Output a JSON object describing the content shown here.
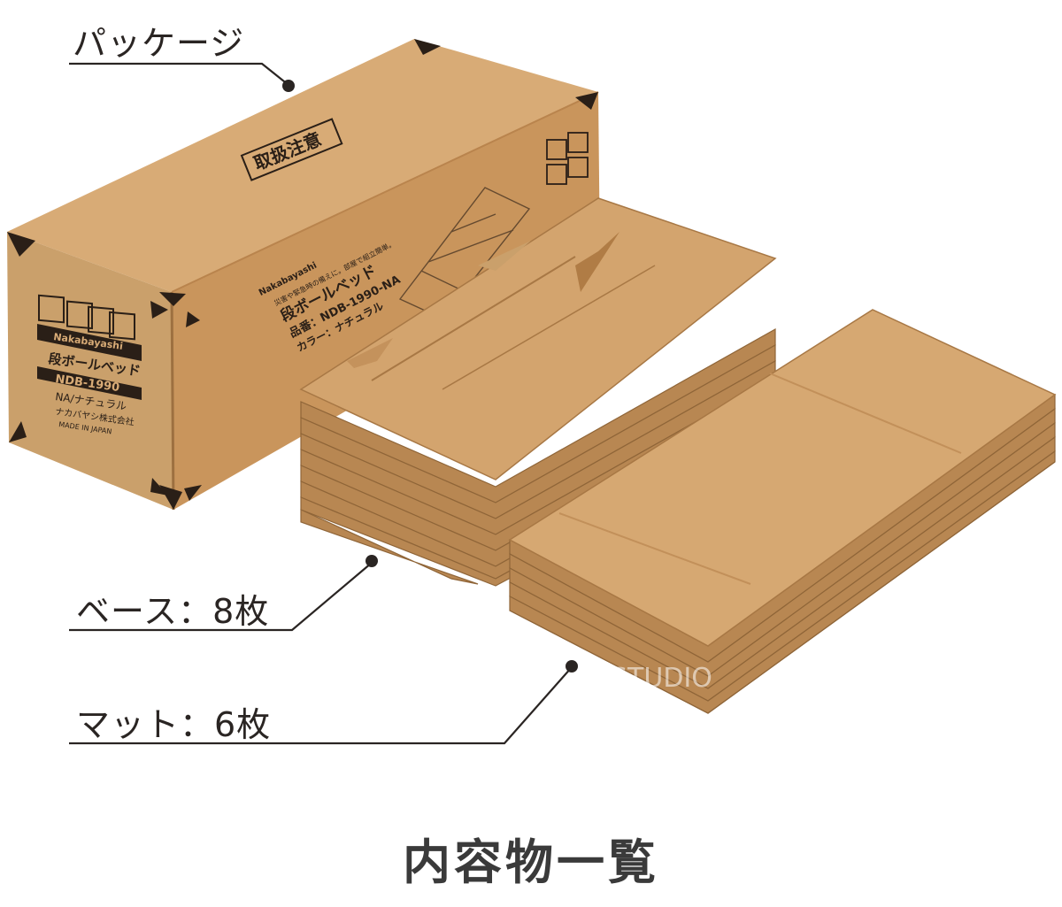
{
  "labels": {
    "package": "パッケージ",
    "base": "ベース：8枚",
    "mat": "マット：6枚"
  },
  "title": "内容物一覧",
  "box_print": {
    "brand": "Nakabayashi",
    "product_name": "段ボールベッド",
    "model": "NDB-1990",
    "color": "NA/ナチュラル",
    "maker": "ナカバヤシ株式会社",
    "made_in": "MADE IN JAPAN",
    "caution": "取扱注意",
    "side_tagline": "災害や緊急時の備えに。部屋で組立簡単。",
    "side_product_name": "段ボールベッド",
    "side_model_line": "品番：NDB-1990-NA",
    "side_color_line": "カラー：ナチュラル"
  },
  "watermark": "STUDIO",
  "colors": {
    "cardboard_light": "#d3a46e",
    "cardboard_mid": "#c4925c",
    "cardboard_dark": "#a87845",
    "ink": "#2a1f17",
    "leader": "#2a2523"
  }
}
